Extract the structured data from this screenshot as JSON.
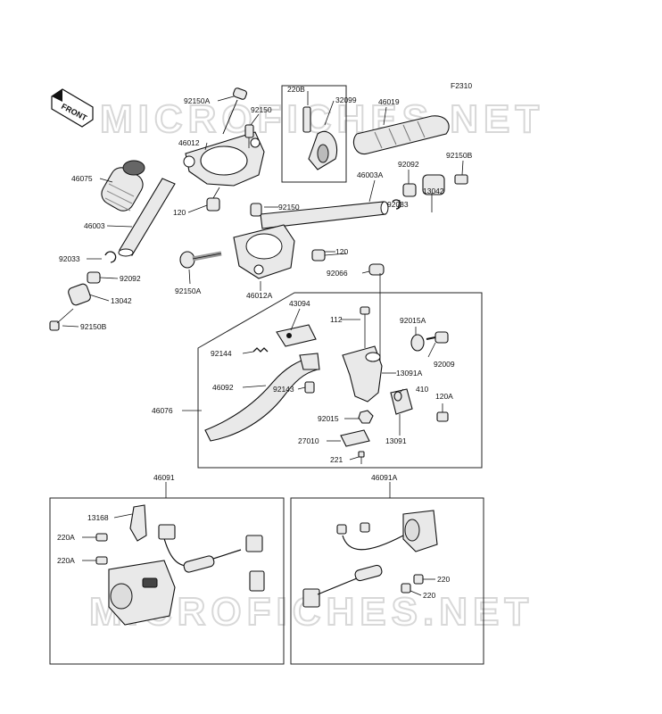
{
  "diagram_code": "F2310",
  "front_badge": "FRONT",
  "watermarks": [
    "MICROFICHES.NET",
    "MICROFICHES.NET"
  ],
  "labels": {
    "p92150A_top": "92150A",
    "p92150_top": "92150",
    "p46012": "46012",
    "p46075": "46075",
    "p46003": "46003",
    "p120_left": "120",
    "p92033_left": "92033",
    "p92092_left": "92092",
    "p13042_left": "13042",
    "p92150B_left": "92150B",
    "p220B": "220B",
    "p32099": "32099",
    "p46019": "46019",
    "p92150_mid": "92150",
    "p46003A": "46003A",
    "p92092_right": "92092",
    "p92150B_right": "92150B",
    "p92033_right": "92033",
    "p13042_right": "13042",
    "p120_mid": "120",
    "p92066": "92066",
    "p92150A_mid": "92150A",
    "p46012A": "46012A",
    "p43094": "43094",
    "p112": "112",
    "p92015A": "92015A",
    "p92144": "92144",
    "p92009": "92009",
    "p13091A": "13091A",
    "p46092": "46092",
    "p92143": "92143",
    "p410": "410",
    "p120A": "120A",
    "p46076": "46076",
    "p92015": "92015",
    "p13091": "13091",
    "p27010": "27010",
    "p221": "221",
    "p46091": "46091",
    "p46091A": "46091A",
    "p13168": "13168",
    "p220A_1": "220A",
    "p220A_2": "220A",
    "p220_1": "220",
    "p220_2": "220"
  }
}
